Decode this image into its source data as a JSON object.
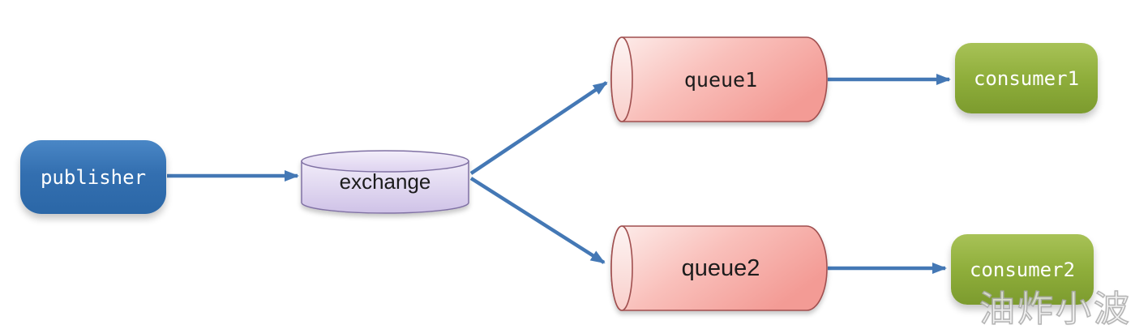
{
  "diagram": {
    "title_hint": "fanout exchange message flow",
    "nodes": {
      "publisher": {
        "label": "publisher",
        "shape": "rounded-rect",
        "fill": "#336fb0"
      },
      "exchange": {
        "label": "exchange",
        "shape": "cylinder-vertical",
        "fill": "#d9cdeb",
        "stroke": "#8071a4"
      },
      "queue1": {
        "label": "queue1",
        "shape": "cylinder-horizontal",
        "fill": "#f6a7a1",
        "stroke": "#a04f4f"
      },
      "queue2": {
        "label": "queue2",
        "shape": "cylinder-horizontal",
        "fill": "#f6a7a1",
        "stroke": "#a04f4f"
      },
      "consumer1": {
        "label": "consumer1",
        "shape": "rounded-rect",
        "fill": "#8fae3b"
      },
      "consumer2": {
        "label": "consumer2",
        "shape": "rounded-rect",
        "fill": "#8fae3b"
      }
    },
    "edges": [
      {
        "from": "publisher",
        "to": "exchange"
      },
      {
        "from": "exchange",
        "to": "queue1"
      },
      {
        "from": "exchange",
        "to": "queue2"
      },
      {
        "from": "queue1",
        "to": "consumer1"
      },
      {
        "from": "queue2",
        "to": "consumer2"
      }
    ],
    "colors": {
      "arrow": "#4478b5",
      "background": "#ffffff"
    },
    "watermark": "油炸小波"
  }
}
